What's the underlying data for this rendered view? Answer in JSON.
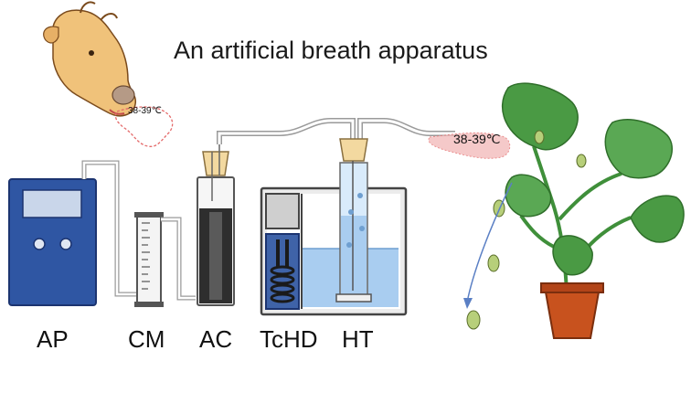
{
  "title": "An artificial breath apparatus",
  "labels": {
    "ap": "AP",
    "cm": "CM",
    "ac": "AC",
    "tchd": "TcHD",
    "ht": "HT"
  },
  "temps": {
    "cow_breath": "38-39℃",
    "outlet": "38-39℃"
  },
  "colors": {
    "pump": "#2f56a3",
    "water": "#a9cdf0",
    "leaf": "#3f8f3a",
    "pot": "#c8521e",
    "breath": "#f2b8b8",
    "stopper": "#f3d9a0",
    "column": "#2e2e2e"
  }
}
